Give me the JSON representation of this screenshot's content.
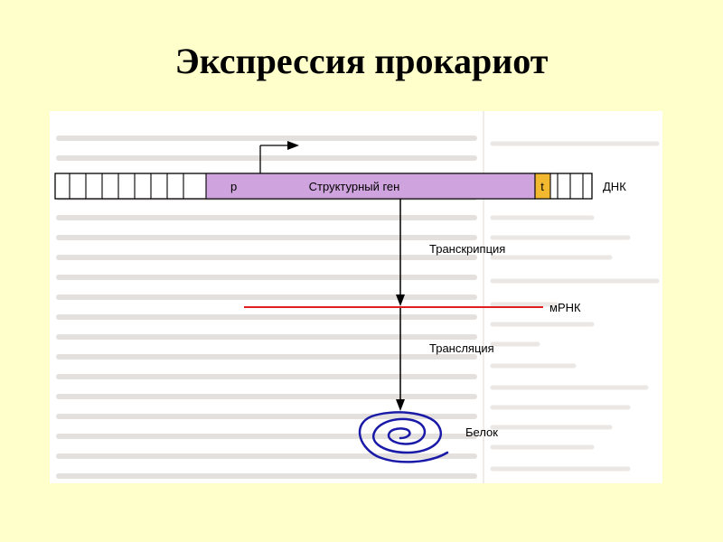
{
  "slide": {
    "title": "Экспрессия прокариот"
  },
  "diagram": {
    "dna": {
      "promoter_label": "p",
      "gene_label": "Структурный ген",
      "terminator_label": "t",
      "name": "ДНК"
    },
    "transcription_label": "Транскрипция",
    "mrna_label": "мРНК",
    "translation_label": "Трансляция",
    "protein_label": "Белок"
  },
  "colors": {
    "background": "#ffffcc",
    "gene": "#cfa3dd",
    "terminator": "#f2b830",
    "mrna": "#e02020",
    "spiral": "#1a1aa8"
  }
}
